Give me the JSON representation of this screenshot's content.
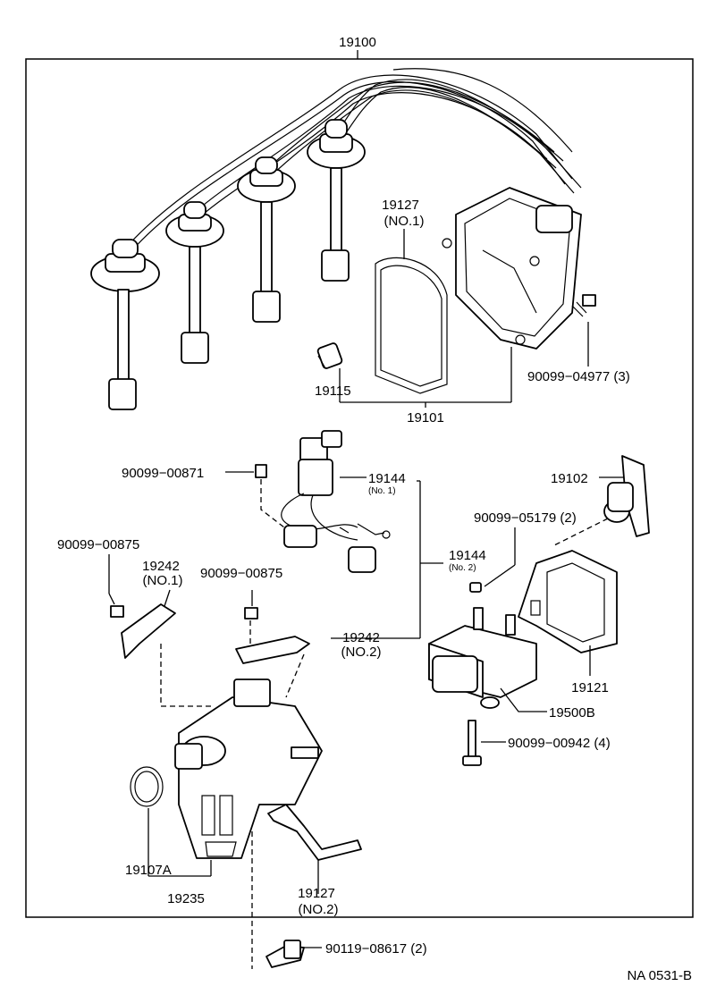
{
  "callouts": {
    "c19100": "19100",
    "c19127_1": "19127",
    "c19127_1_sub": "(NO.1)",
    "c90099_04977": "90099−04977 (3)",
    "c19115": "19115",
    "c19101": "19101",
    "c90099_00871": "90099−00871",
    "c19144_1": "19144",
    "c19144_1_sub": "(No. 1)",
    "c19102": "19102",
    "c90099_05179": "90099−05179 (2)",
    "c90099_00875_a": "90099−00875",
    "c19242_1": "19242",
    "c19242_1_sub": "(NO.1)",
    "c90099_00875_b": "90099−00875",
    "c19144_2": "19144",
    "c19144_2_sub": "(No. 2)",
    "c19242_2": "19242",
    "c19242_2_sub": "(NO.2)",
    "c19121": "19121",
    "c19500B": "19500B",
    "c90099_00942": "90099−00942 (4)",
    "c19107A": "19107A",
    "c19235": "19235",
    "c19127_2": "19127",
    "c19127_2_sub": "(NO.2)",
    "c90119_08617": "90119−08617 (2)"
  },
  "figure_code": "NA 0531-B"
}
